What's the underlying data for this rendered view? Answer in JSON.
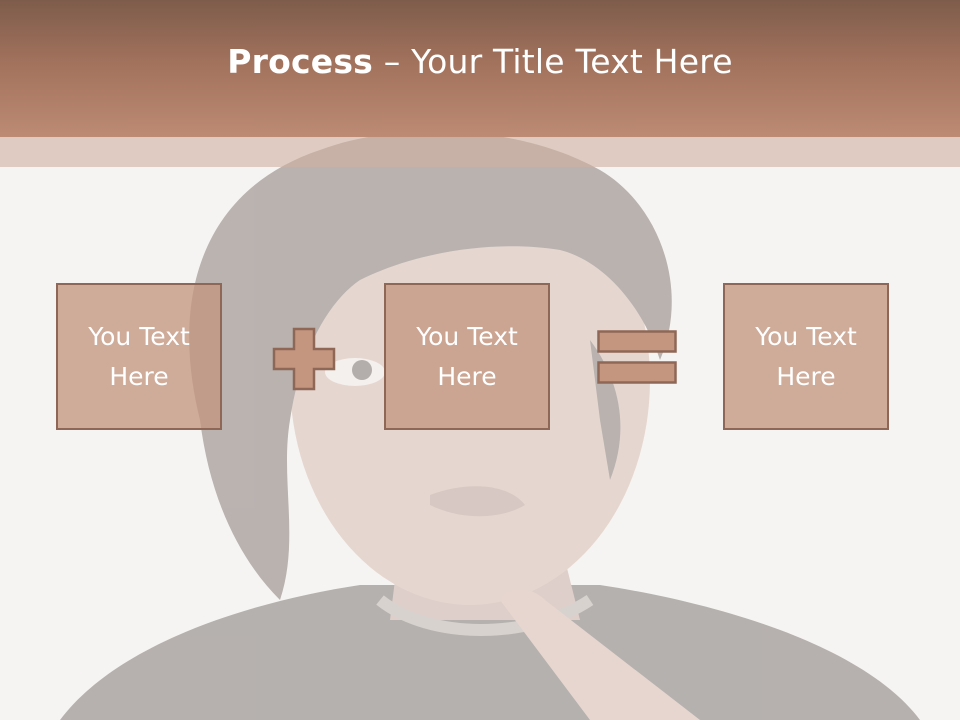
{
  "slide": {
    "title_bold": "Process",
    "title_rest": " – Your Title Text Here",
    "boxes": [
      {
        "text": "You Text\nHere"
      },
      {
        "text": "You Text\nHere"
      },
      {
        "text": "You Text\nHere"
      }
    ],
    "operators": [
      "plus-icon",
      "equals-icon"
    ]
  },
  "colors": {
    "header_top": "#7e5c4b",
    "header_bottom": "#bd8b74",
    "box_fill": "#c49680",
    "box_border": "#8f6756",
    "background": "#f6f4f2"
  }
}
